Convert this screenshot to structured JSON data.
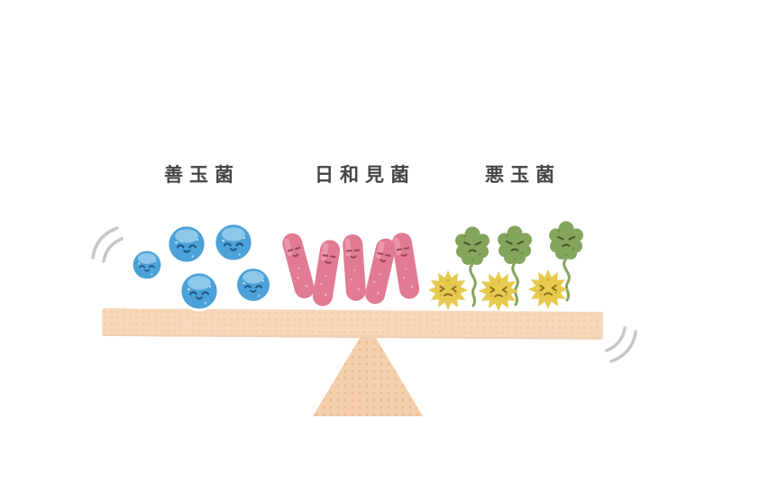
{
  "labels": {
    "good": "善玉菌",
    "opportunistic": "日和見菌",
    "bad": "悪玉菌"
  },
  "counts": {
    "good_bacteria": 5,
    "opportunistic_bacteria": 5,
    "bad_bacteria_green": 3,
    "bad_bacteria_yellow": 3
  },
  "colors": {
    "good_bacteria": "#4ba1d8",
    "good_bacteria_light": "#96cbec",
    "good_face": "#1c4f78",
    "neutral_bacteria": "#e07b93",
    "neutral_light": "#f2aebe",
    "neutral_face": "#99445b",
    "bad_green": "#84a55c",
    "bad_green_face": "#3d5427",
    "bad_yellow": "#e7c94e",
    "bad_yellow_face": "#8a6c20",
    "plank": "#f9d7ba",
    "fulcrum": "#f5cfab",
    "motion_line": "#c7c7c7",
    "label_text": "#454545"
  }
}
